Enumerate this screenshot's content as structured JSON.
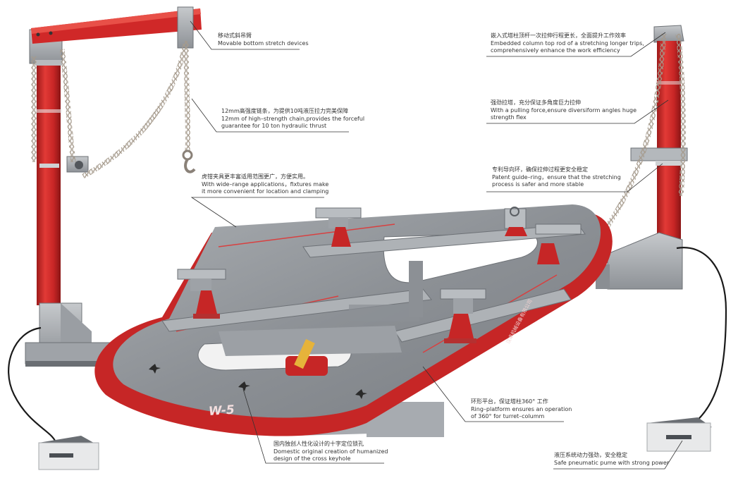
{
  "product": {
    "model_badge": "W-5",
    "frame_marking": "汉卓机械设备有限公司"
  },
  "colors": {
    "red": "#d42a2a",
    "steel": "#8f9398",
    "steel_light": "#b4b8bc",
    "steel_dark": "#5c6166",
    "chain": "#9c9388",
    "hose": "#1a1a1a",
    "leader_line": "#333333"
  },
  "callouts": [
    {
      "id": "stretch-devices",
      "cn": "移动式斜吊臂",
      "en": [
        "Movable bottom stretch devices"
      ]
    },
    {
      "id": "chain",
      "cn": "12mm高强度链条，为提供10吨液压拉力完美保障",
      "en": [
        "12mm of high–strength chain,provides the forceful",
        "guarantee for 10 ton hydraulic thrust"
      ]
    },
    {
      "id": "fixtures",
      "cn": "虎钳夹具更丰富适用范围更广，方便实用。",
      "en": [
        "With wide–range applications，fixtures make",
        "it more convenient for location and clamping"
      ]
    },
    {
      "id": "top-rod",
      "cn": "嵌入式塔柱顶杆一次拉伸行程更长，全面提升工作效率",
      "en": [
        "Embedded column top rod of a stretching longer trips,",
        "comprehensively enhance the work efficiency"
      ]
    },
    {
      "id": "pulling-force",
      "cn": "强劲拉塔，充分保证多角度巨力拉伸",
      "en": [
        "With a pulling force,ensure diversiform angles huge",
        "strength flex"
      ]
    },
    {
      "id": "guide-ring",
      "cn": "专利导向环，确保拉伸过程更安全稳定",
      "en": [
        "Patent guide–ring，ensure that the stretching",
        "process is safer and more stable"
      ]
    },
    {
      "id": "ring-platform",
      "cn": "环形平台，保证塔柱360°  工作",
      "en": [
        "Ring–platform ensures an operation",
        "of 360°  for turret–columm"
      ]
    },
    {
      "id": "keyhole",
      "cn": "国内独创人性化设计的十字定位锁孔",
      "en": [
        "Domestic original creation of humanized",
        "design of the cross keyhole"
      ]
    },
    {
      "id": "pump",
      "cn": "液压系统动力强劲，安全稳定",
      "en": [
        "Safe pneumatic pume with strong power"
      ]
    }
  ]
}
